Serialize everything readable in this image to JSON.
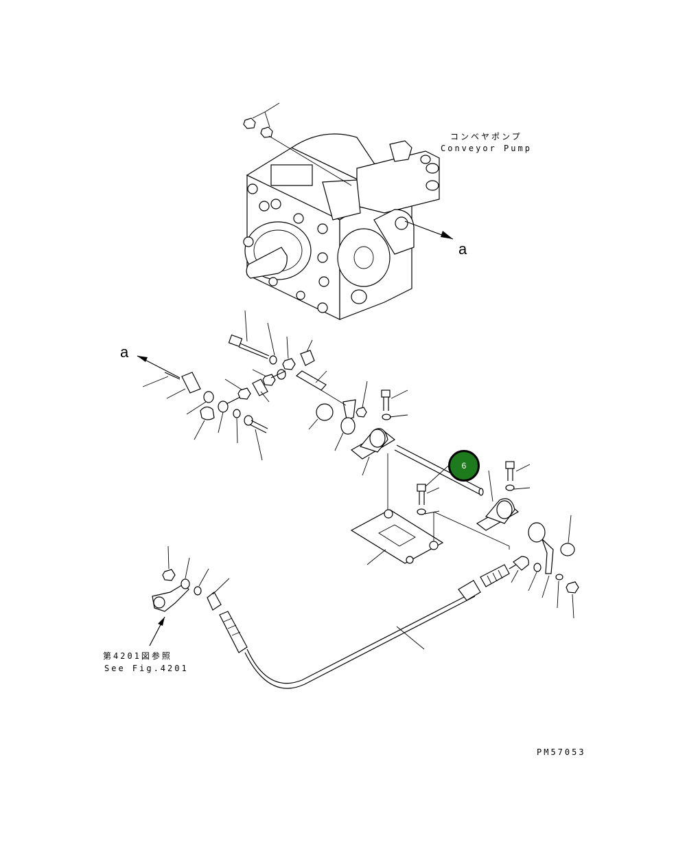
{
  "labels": {
    "pump_jp": "コンベヤポンプ",
    "pump_en": "Conveyor Pump",
    "ref_a_top": "a",
    "ref_a_left": "a",
    "see_fig_jp": "第4201図参照",
    "see_fig_en": "See Fig.4201",
    "drawing_no": "PM57053"
  },
  "callouts": [
    {
      "id": "6",
      "label": "6"
    }
  ],
  "colors": {
    "callout_fill": "#1d7a1d",
    "line": "#000000"
  }
}
